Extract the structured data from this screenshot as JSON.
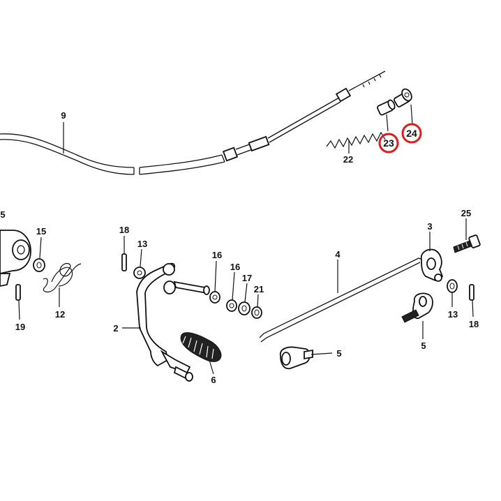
{
  "diagram": {
    "highlight_color": "#d81e1e",
    "labels": {
      "p2": "2",
      "p3": "3",
      "p4": "4",
      "p5a": "5",
      "p5b": "5",
      "p5c": "5",
      "p6": "6",
      "p9": "9",
      "p12": "12",
      "p13a": "13",
      "p13b": "13",
      "p15": "15",
      "p16a": "16",
      "p16b": "16",
      "p17": "17",
      "p18a": "18",
      "p18b": "18",
      "p19": "19",
      "p21": "21",
      "p22": "22",
      "p23": "23",
      "p24": "24",
      "p25": "25"
    }
  }
}
